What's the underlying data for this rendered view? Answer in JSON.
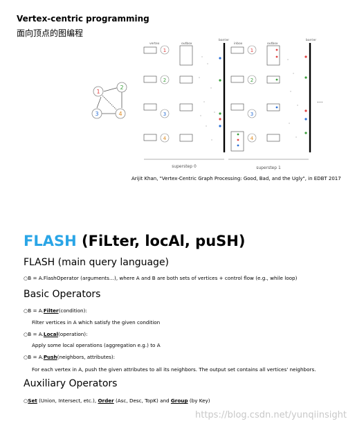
{
  "header": {
    "title": "Vertex-centric programming",
    "subtitle": "面向顶点的图编程"
  },
  "figure": {
    "col_labels": [
      "vertex",
      "outbox",
      "barrier",
      "inbox",
      "outbox",
      "barrier"
    ],
    "superstep0": "superstep 0",
    "superstep1": "superstep 1",
    "ellipsis": "...",
    "graph_nodes": [
      "1",
      "2",
      "3",
      "4"
    ],
    "caption": "Arijit Khan, \"Vertex-Centric Graph Processing: Good, Bad, and the Ugly\", in EDBT 2017"
  },
  "flash": {
    "title_blue": "FLASH",
    "title_rest": " (FiLter, locAl, puSH)",
    "main_heading": "FLASH (main query language)",
    "main_line": "○B = A.FlashOperator (arguments…), where A and B are both sets of vertices + control flow (e.g., while loop)",
    "basic_heading": "Basic Operators",
    "filter_prefix": "○B = A.",
    "filter_op": "Filter",
    "filter_suffix": "(condition):",
    "filter_desc": "Filter vertices in A which satisfy the given condition",
    "local_prefix": "○B = A.",
    "local_op": "Local",
    "local_suffix": "(operation):",
    "local_desc": "Apply some local operations (aggregation e.g.) to A",
    "push_prefix": "○B = A.",
    "push_op": "Push",
    "push_suffix": "(neighbors, attributes):",
    "push_desc": "For each vertex in A, push the given attributes to all its neighbors. The output set contains all vertices' neighbors.",
    "aux_heading": "Auxiliary Operators",
    "aux_prefix": "○",
    "aux_set": "Set",
    "aux_set_args": " (Union, Intersect, etc.), ",
    "aux_order": "Order",
    "aux_order_args": " (Asc, Desc, TopK) and ",
    "aux_group": "Group",
    "aux_group_args": " (by Key)"
  },
  "watermark": "https://blog.csdn.net/yunqiinsight",
  "colors": {
    "flash_blue": "#2aa5e6",
    "node1": "#e04040",
    "node2": "#3a9e3a",
    "node3": "#2a6fd6",
    "node4": "#e08a1e"
  }
}
